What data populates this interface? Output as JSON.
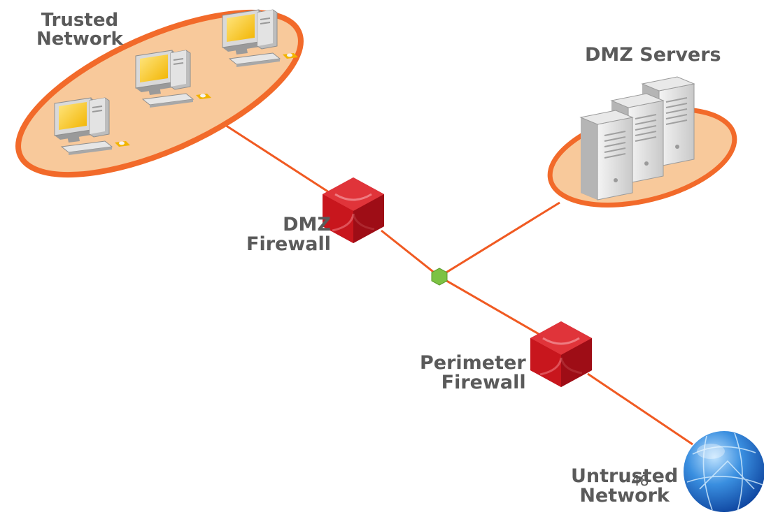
{
  "labels": {
    "trusted_network": [
      "Trusted",
      "Network"
    ],
    "dmz_servers": "DMZ Servers",
    "dmz_firewall": [
      "DMZ",
      "Firewall"
    ],
    "perimeter_firewall": [
      "Perimeter",
      "Firewall"
    ],
    "untrusted_network": [
      "Untrusted",
      "Network"
    ]
  },
  "page_number": "48",
  "colors": {
    "link": "#f05a22",
    "zone_fill": "#f8c99b",
    "zone_border": "#f26a2a",
    "firewall": "#c8161d",
    "junction": "#7cc243",
    "label": "#5a5a5a"
  }
}
